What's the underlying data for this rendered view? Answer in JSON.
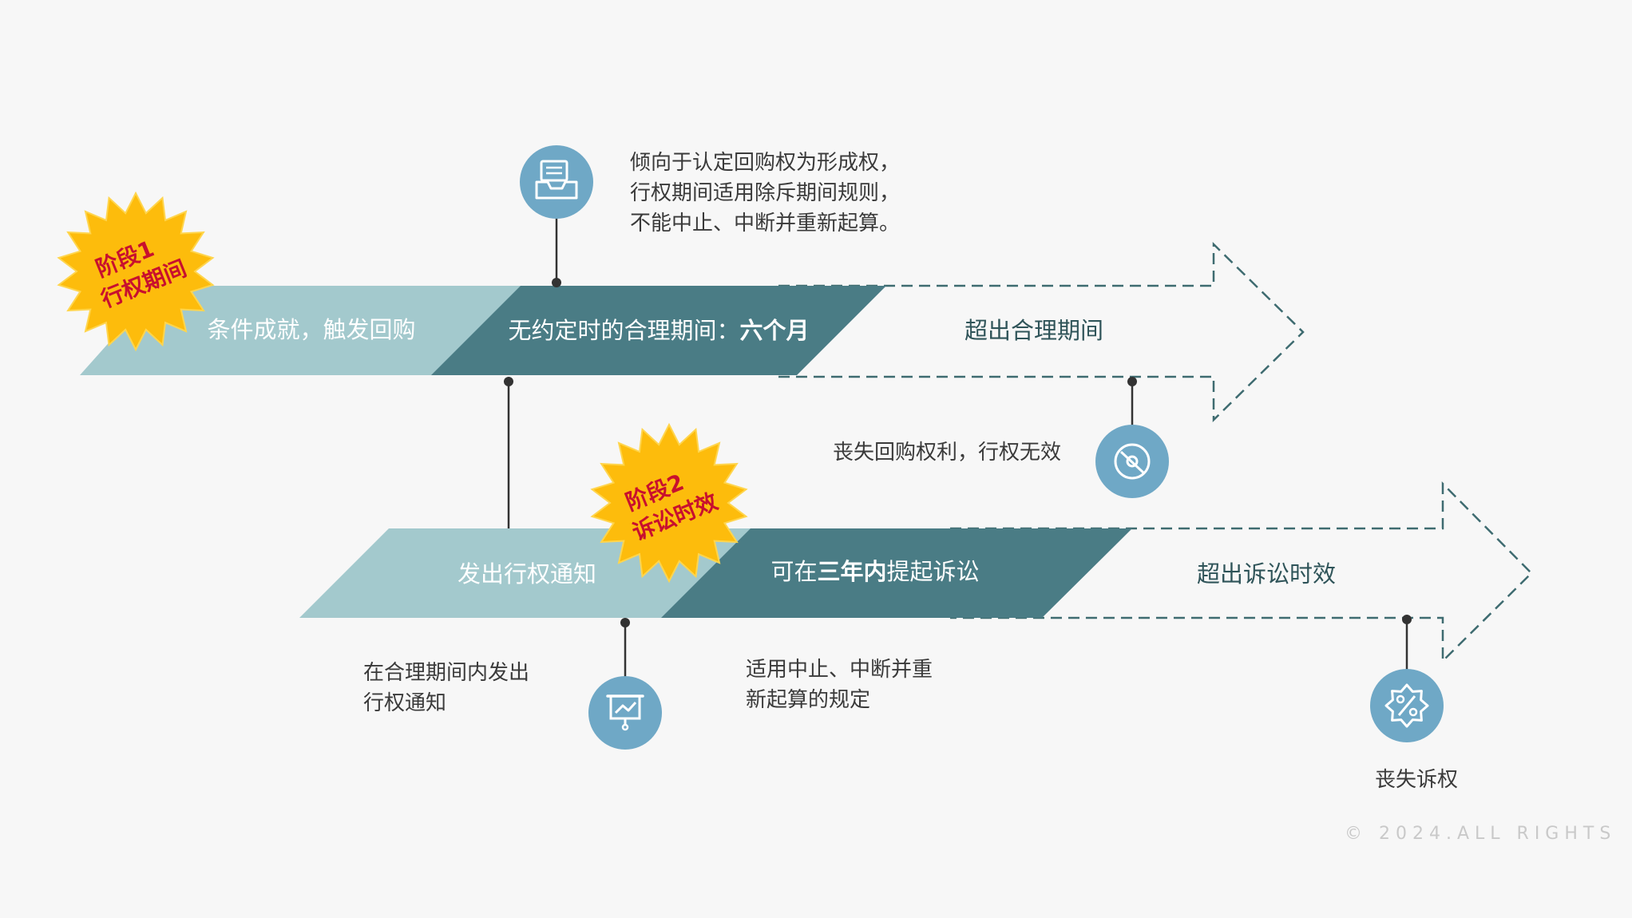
{
  "phase1": {
    "badge_line1": "阶段1",
    "badge_line2": "行权期间",
    "seg_light": "条件成就，触发回购",
    "seg_dark_prefix": "无约定时的合理期间：",
    "seg_dark_bold": "六个月",
    "arrow_label": "超出合理期间",
    "note_top": [
      "倾向于认定回购权为形成权，",
      "行权期间适用除斥期间规则，",
      "不能中止、中断并重新起算。"
    ],
    "note_right": "丧失回购权利，行权无效"
  },
  "phase2": {
    "badge_line1": "阶段2",
    "badge_line2": "诉讼时效",
    "seg_light": "发出行权通知",
    "seg_dark_prefix": "可在",
    "seg_dark_bold": "三年内",
    "seg_dark_suffix": "提起诉讼",
    "arrow_label": "超出诉讼时效",
    "note_left": [
      "在合理期间内发出",
      "行权通知"
    ],
    "note_mid": [
      "适用中止、中断并重",
      "新起算的规定"
    ],
    "note_right": "丧失诉权"
  },
  "footer": {
    "copyright": "© 2024.ALL RIGHTS"
  },
  "icons": {
    "top": "document-tray-icon",
    "right1": "disc-icon",
    "bottom": "presentation-chart-icon",
    "right2": "percent-badge-icon"
  },
  "colors": {
    "light_band": "#a3c9cd",
    "dark_band": "#4a7c85",
    "icon_circle": "#6fa8c6",
    "badge_fill": "#fdbc0c",
    "badge_text": "#c8102e",
    "dashed_outline": "#3e6b70"
  }
}
